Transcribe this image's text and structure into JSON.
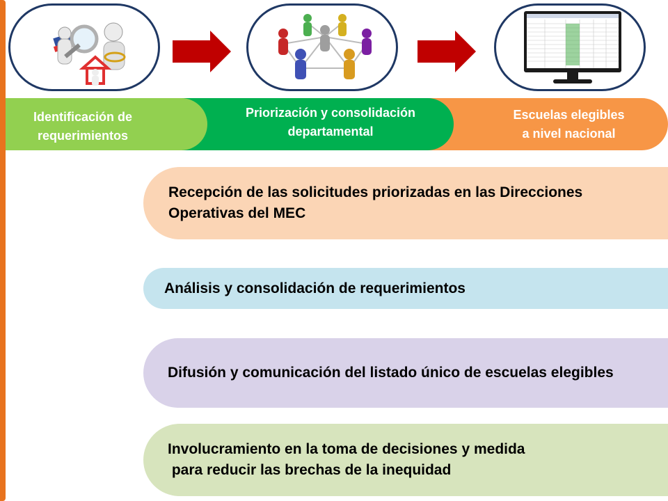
{
  "stages": [
    {
      "line1": "Identificación de",
      "line2": "requerimientos",
      "color": "#92d050"
    },
    {
      "line1": "Priorización y consolidación",
      "line2": "departamental",
      "color": "#00b050"
    },
    {
      "line1": "Escuelas elegibles",
      "line2": "a nivel nacional",
      "color": "#f79646"
    }
  ],
  "bands": [
    {
      "line1": "Recepción de las solicitudes priorizadas en las Direcciones",
      "line2": "Operativas del MEC",
      "color": "#fbd5b5"
    },
    {
      "line1": "Análisis y consolidación de requerimientos",
      "color": "#c5e4ee"
    },
    {
      "line1": "Difusión y comunicación del listado único de escuelas elegibles",
      "color": "#d9d2e9"
    },
    {
      "line1": "Involucramiento en la toma de decisiones y medida",
      "line2": " para reducir las brechas de la inequidad",
      "color": "#d7e4bd"
    }
  ],
  "icons": [
    "magnifier-figures-icon",
    "people-network-icon",
    "spreadsheet-monitor-icon"
  ],
  "colors": {
    "frame_border": "#1f3864",
    "arrow": "#c00000",
    "left_bar": "#e8731e"
  }
}
